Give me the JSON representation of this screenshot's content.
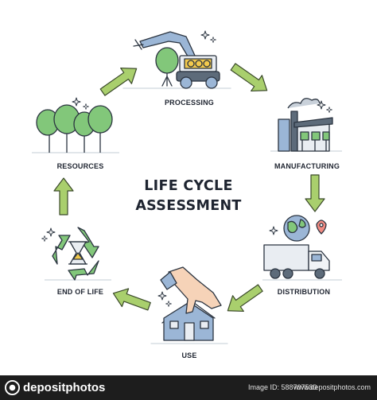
{
  "title_line1": "LIFE CYCLE",
  "title_line2": "ASSESSMENT",
  "stages": {
    "processing": "PROCESSING",
    "manufacturing": "MANUFACTURING",
    "distribution": "DISTRIBUTION",
    "use": "USE",
    "end_of_life": "END OF LIFE",
    "resources": "RESOURCES"
  },
  "footer": {
    "brand": "depositphotos",
    "image_id": "Image ID: 588707580",
    "site": "www.depositphotos.com"
  },
  "colors": {
    "arrow": "#a9cf6d",
    "arrow_outline": "#3b4a2a",
    "tree_green": "#82c77a",
    "outline": "#2b3440",
    "accent_blue": "#9bb6d6",
    "footer_bg": "#1d1d1d"
  }
}
